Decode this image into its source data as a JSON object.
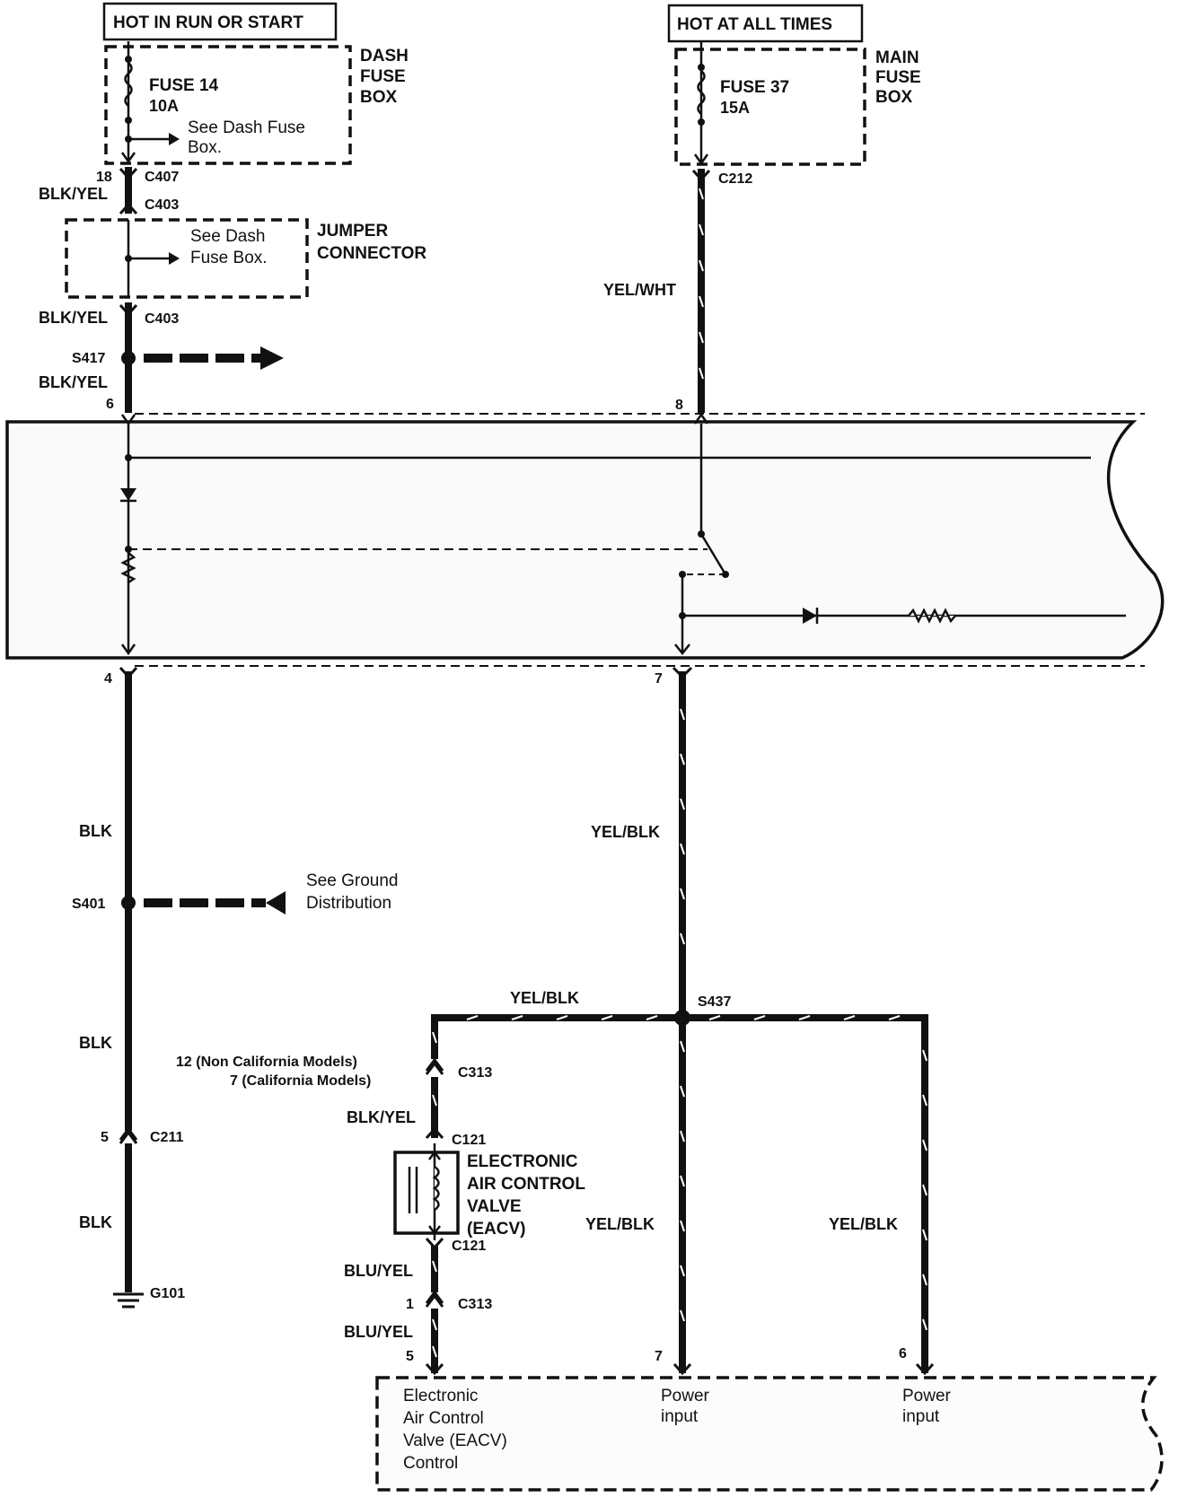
{
  "power": {
    "run_start": "HOT IN RUN OR START",
    "all_times": "HOT AT ALL TIMES"
  },
  "dash_fuse_box": {
    "name": [
      "DASH",
      "FUSE",
      "BOX"
    ],
    "fuse": "FUSE 14",
    "rating": "10A",
    "see": [
      "See Dash Fuse",
      "Box."
    ]
  },
  "main_fuse_box": {
    "name": [
      "MAIN",
      "FUSE",
      "BOX"
    ],
    "fuse": "FUSE 37",
    "rating": "15A"
  },
  "jumper": {
    "name": [
      "JUMPER",
      "CONNECTOR"
    ],
    "see": [
      "See Dash",
      "Fuse Box."
    ]
  },
  "labels": {
    "pin18": "18",
    "c407": "C407",
    "blk_yel_1": "BLK/YEL",
    "c403_top": "C403",
    "blk_yel_2": "BLK/YEL",
    "c403_bot": "C403",
    "s417": "S417",
    "blk_yel_3": "BLK/YEL",
    "pin6_top": "6",
    "c212": "C212",
    "yel_wht": "YEL/WHT",
    "pin8_top": "8",
    "pin4": "4",
    "pin7_mid": "7",
    "blk_1": "BLK",
    "yel_blk_1": "YEL/BLK",
    "s401": "S401",
    "ground_see": [
      "See Ground",
      "Distribution"
    ],
    "blk_2": "BLK",
    "yel_blk_2": "YEL/BLK",
    "s437": "S437",
    "c313_pins": [
      "12 (Non California Models)",
      "7 (California Models)"
    ],
    "c313_top": "C313",
    "blk_yel_4": "BLK/YEL",
    "c121_top": "C121",
    "eacv": [
      "ELECTRONIC",
      "AIR CONTROL",
      "VALVE",
      "(EACV)"
    ],
    "c211_pin": "5",
    "c211": "C211",
    "blk_3": "BLK",
    "yel_blk_3": "YEL/BLK",
    "yel_blk_4": "YEL/BLK",
    "c121_bot": "C121",
    "blu_yel_1": "BLU/YEL",
    "g101": "G101",
    "c313_pin1": "1",
    "c313_bot": "C313",
    "blu_yel_2": "BLU/YEL",
    "pin5_bot": "5",
    "pin7_bot": "7",
    "pin6_bot": "6"
  },
  "ecm": {
    "eacv_control": [
      "Electronic",
      "Air Control",
      "Valve (EACV)",
      "Control"
    ],
    "power_input_1": [
      "Power",
      "input"
    ],
    "power_input_2": [
      "Power",
      "input"
    ]
  }
}
